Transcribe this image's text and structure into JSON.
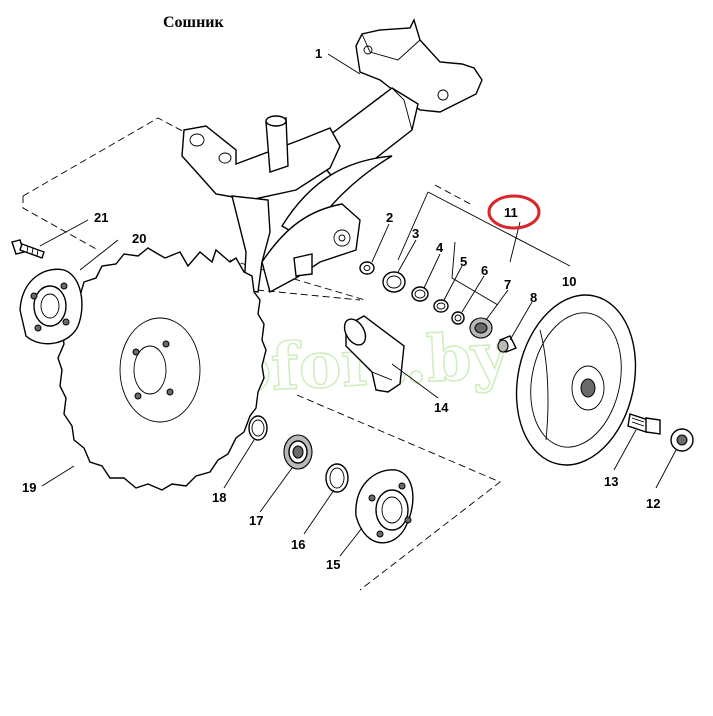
{
  "title": "Сошник",
  "watermark": "Agrofort.by",
  "highlight_color": "#d9262e",
  "watermark_color": "#c8ecb4",
  "callouts": {
    "c1": "1",
    "c2": "2",
    "c3": "3",
    "c4": "4",
    "c5": "5",
    "c6": "6",
    "c7": "7",
    "c8": "8",
    "c10": "10",
    "c11": "11",
    "c12": "12",
    "c13": "13",
    "c14": "14",
    "c15": "15",
    "c16": "16",
    "c17": "17",
    "c18": "18",
    "c19": "19",
    "c20": "20",
    "c21": "21"
  }
}
